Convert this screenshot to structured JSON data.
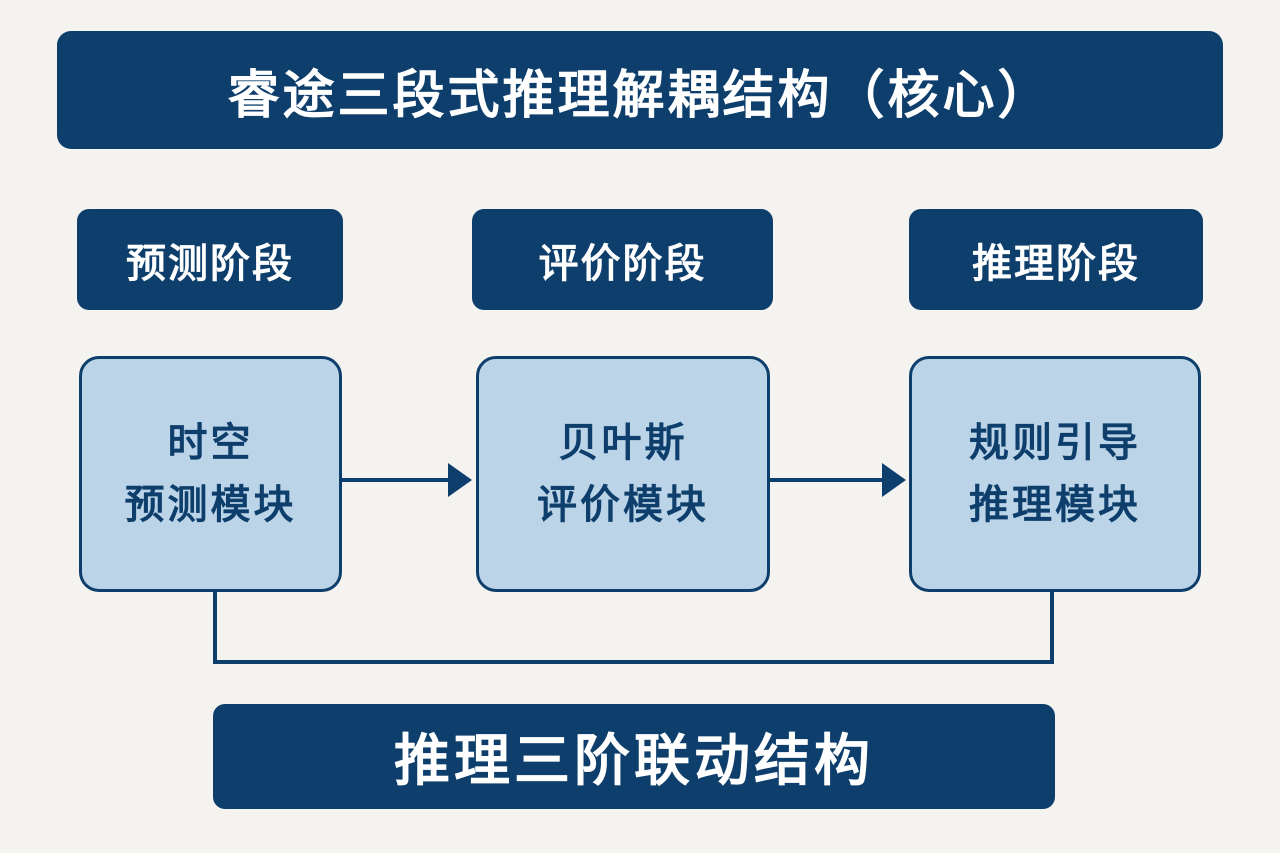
{
  "title": "睿途三段式推理解耦结构（核心）",
  "stages": [
    {
      "label": "预测阶段",
      "module_line1": "时空",
      "module_line2": "预测模块"
    },
    {
      "label": "评价阶段",
      "module_line1": "贝叶斯",
      "module_line2": "评价模块"
    },
    {
      "label": "推理阶段",
      "module_line1": "规则引导",
      "module_line2": "推理模块"
    }
  ],
  "footer": "推理三阶联动结构",
  "colors": {
    "primary": "#0e3f6c",
    "module_fill": "#bcd4e7",
    "background": "#f4f3f0",
    "banner_text": "#ffffff"
  }
}
